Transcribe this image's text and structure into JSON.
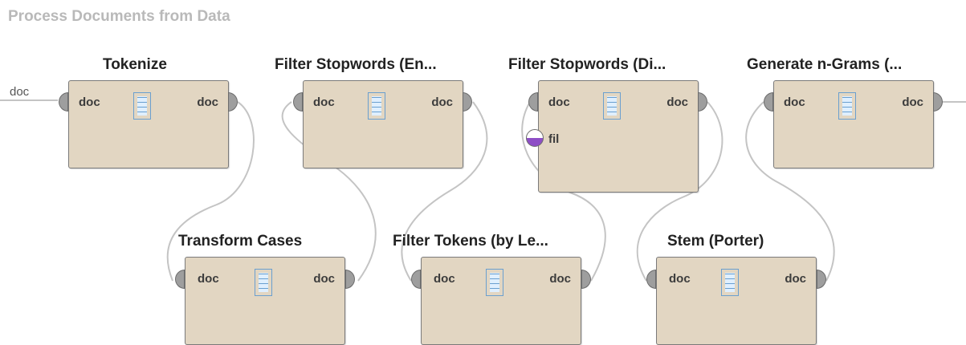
{
  "process": {
    "title": "Process Documents from Data",
    "input_port_label": "doc"
  },
  "operators": [
    {
      "id": "tokenize",
      "name": "Tokenize",
      "in_port": "doc",
      "out_port": "doc"
    },
    {
      "id": "filter-stopwords-en",
      "name": "Filter Stopwords (En...",
      "in_port": "doc",
      "out_port": "doc"
    },
    {
      "id": "filter-stopwords-dict",
      "name": "Filter Stopwords (Di...",
      "in_port": "doc",
      "out_port": "doc",
      "extra_port": "fil"
    },
    {
      "id": "generate-ngrams",
      "name": "Generate n-Grams (...",
      "in_port": "doc",
      "out_port": "doc"
    },
    {
      "id": "transform-cases",
      "name": "Transform Cases",
      "in_port": "doc",
      "out_port": "doc"
    },
    {
      "id": "filter-tokens-length",
      "name": "Filter Tokens (by Le...",
      "in_port": "doc",
      "out_port": "doc"
    },
    {
      "id": "stem-porter",
      "name": "Stem (Porter)",
      "in_port": "doc",
      "out_port": "doc"
    }
  ],
  "icons": {
    "operator_icon": "document-icon",
    "port_in": "input-port-icon",
    "port_out": "output-port-icon",
    "extra_port": "file-port-icon"
  },
  "colors": {
    "operator_fill": "#e2d6c2",
    "wire": "#c4c4c4",
    "title": "#b9b9b9",
    "extra_port_accent": "#8e4ec6"
  }
}
